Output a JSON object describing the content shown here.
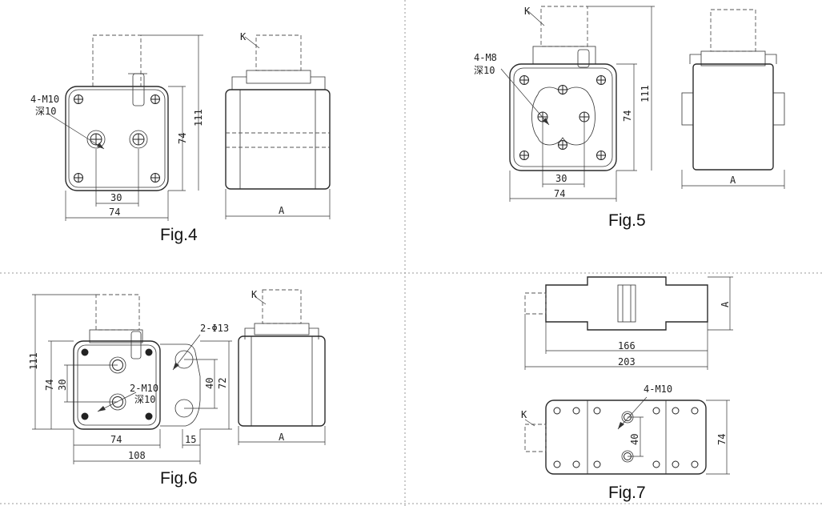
{
  "fig4": {
    "caption": "Fig.4",
    "tap_label": "4-M10",
    "tap_depth": "深10",
    "dim_30": "30",
    "dim_74": "74",
    "dim_74_v": "74",
    "dim_111": "111",
    "k_label": "K",
    "dim_a": "A"
  },
  "fig5": {
    "caption": "Fig.5",
    "tap_label": "4-M8",
    "tap_depth": "深10",
    "dim_30": "30",
    "dim_74": "74",
    "dim_74_v": "74",
    "dim_111": "111",
    "k_label": "K",
    "dim_a": "A"
  },
  "fig6": {
    "caption": "Fig.6",
    "tap_label": "2-M10",
    "tap_depth": "深10",
    "hole_label": "2-Φ13",
    "dim_111": "111",
    "dim_74_v": "74",
    "dim_30_v": "30",
    "dim_40": "40",
    "dim_72": "72",
    "dim_74": "74",
    "dim_15": "15",
    "dim_108": "108",
    "k_label": "K",
    "dim_a": "A"
  },
  "fig7": {
    "caption": "Fig.7",
    "dim_a": "A",
    "dim_166": "166",
    "dim_203": "203",
    "tap_label": "4-M10",
    "dim_40": "40",
    "dim_74": "74",
    "k_label": "K"
  }
}
